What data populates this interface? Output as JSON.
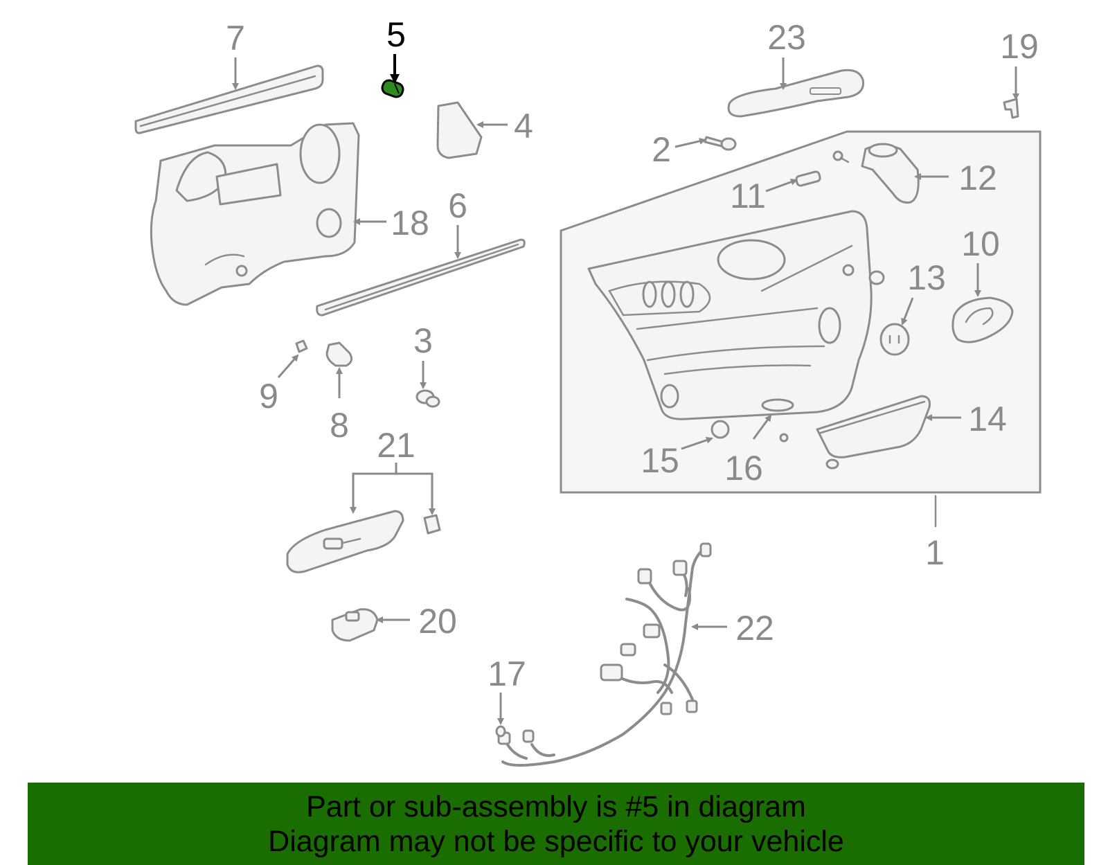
{
  "colors": {
    "banner_background": "#1a6e00",
    "highlight_part": "#2e8b1f",
    "part_outline": "#8c8c8c",
    "callout_text": "#8a8a8a",
    "active_callout": "#000000"
  },
  "callouts": {
    "c1": "1",
    "c2": "2",
    "c3": "3",
    "c4": "4",
    "c5": "5",
    "c6": "6",
    "c7": "7",
    "c8": "8",
    "c9": "9",
    "c10": "10",
    "c11": "11",
    "c12": "12",
    "c13": "13",
    "c14": "14",
    "c15": "15",
    "c16": "16",
    "c17": "17",
    "c18": "18",
    "c19": "19",
    "c20": "20",
    "c21": "21",
    "c22": "22",
    "c23": "23"
  },
  "highlighted_part": "5",
  "banner": {
    "line1": "Part or sub-assembly is #5 in diagram",
    "line2": "Diagram may not be specific to your vehicle"
  }
}
